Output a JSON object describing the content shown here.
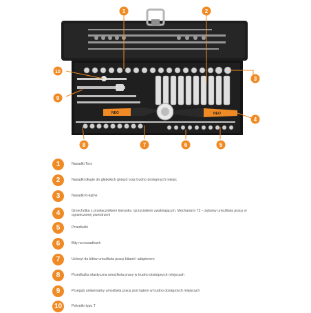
{
  "colors": {
    "accent": "#f08a24",
    "case": "#1d1d1d",
    "chrome": "#c9c9c9",
    "text": "#555555"
  },
  "callouts": [
    "1",
    "2",
    "3",
    "4",
    "5",
    "6",
    "7",
    "8",
    "9",
    "10"
  ],
  "case_mark": "NEO",
  "legend": [
    {
      "num": "1",
      "text": "Nasadki Torx"
    },
    {
      "num": "2",
      "text": "Nasadki długie do głębokich gniazd oraz trudno dostępnych miejsc"
    },
    {
      "num": "3",
      "text": "Nasadki 6-kątne"
    },
    {
      "num": "4",
      "text": "Grzechotka z przełącznikiem kierunku i przyciskiem zwalniającym. Mechanizm 72 – zębowy umożliwia pracę w ograniczonej przestrzeni"
    },
    {
      "num": "5",
      "text": "Przedłużki"
    },
    {
      "num": "6",
      "text": "Bity na nasadkach"
    },
    {
      "num": "7",
      "text": "Uchwyt do bitów umożliwia pracę bitami i adapterem"
    },
    {
      "num": "8",
      "text": "Przedłużka elastyczna umożliwia pracę w trudno dostępnych miejscach"
    },
    {
      "num": "9",
      "text": "Przegub uniwersalny umożliwia pracę pod kątem w trudno dostępnych miejscach"
    },
    {
      "num": "10",
      "text": "Pokrętło typu T"
    }
  ]
}
